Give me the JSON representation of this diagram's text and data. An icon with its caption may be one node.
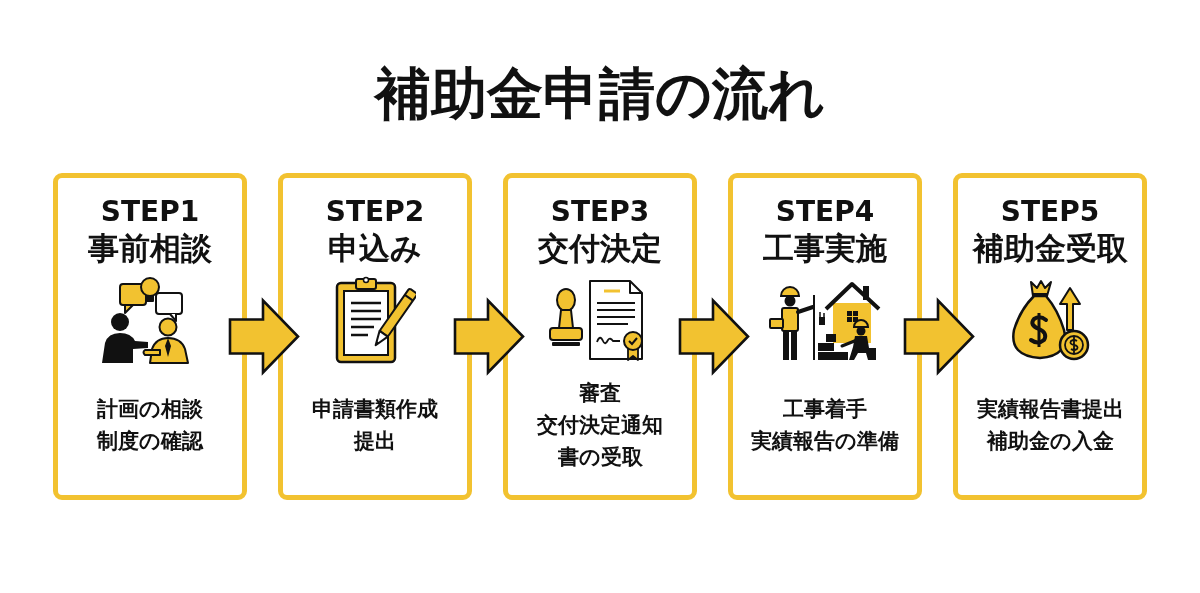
{
  "diagram": {
    "title": "補助金申請の流れ",
    "nodes": [
      {
        "text": [
          "STEP1",
          "事前相談",
          "計画の相談",
          "制度の確認"
        ]
      },
      {
        "text": [
          "STEP2",
          "申込み",
          "申請書類作成",
          "提出"
        ]
      },
      {
        "text": [
          "STEP3",
          "交付決定",
          "審査",
          "交付決定通知書の受取"
        ]
      },
      {
        "text": [
          "STEP4",
          "工事実施",
          "工事着手",
          "実績報告の準備"
        ]
      },
      {
        "text": [
          "STEP5",
          "補助金受取",
          "実績報告書提出",
          "補助金の入金"
        ]
      }
    ],
    "edges": [
      {
        "from": 0,
        "to": 1,
        "arrow": "to"
      },
      {
        "from": 1,
        "to": 2,
        "arrow": "to"
      },
      {
        "from": 2,
        "to": 3,
        "arrow": "to"
      },
      {
        "from": 3,
        "to": 4,
        "arrow": "to"
      }
    ]
  }
}
